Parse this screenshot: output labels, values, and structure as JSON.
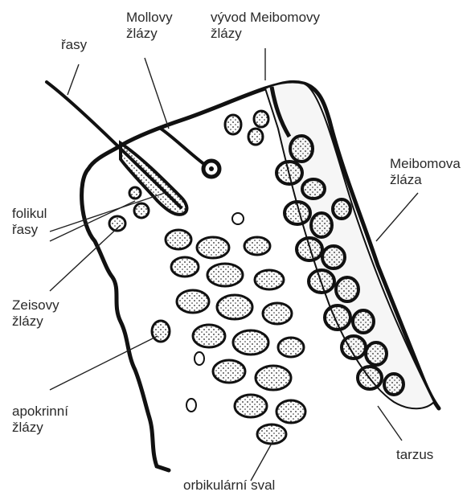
{
  "diagram": {
    "labels": {
      "rasy": "řasy",
      "mollovy": [
        "Mollovy",
        "žlázy"
      ],
      "vyvod": [
        "vývod Meibomovy",
        "žlázy"
      ],
      "meibomova": [
        "Meibomova",
        "žláza"
      ],
      "folikul": [
        "folikul",
        "řasy"
      ],
      "zeisovy": [
        "Zeisovy",
        "žlázy"
      ],
      "apokrinni": [
        "apokrinní",
        "žlázy"
      ],
      "tarzus": "tarzus",
      "orbikularni": "orbikulární sval"
    }
  }
}
